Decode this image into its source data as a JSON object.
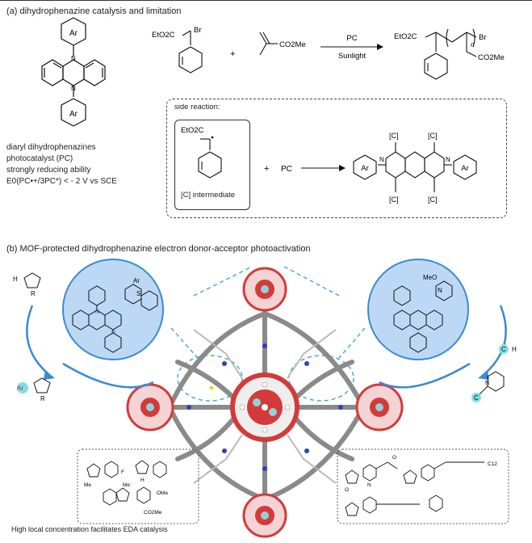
{
  "section_a": {
    "title": "(a) dihydrophenazine catalysis and limitation",
    "catalyst_desc": [
      "diaryl dihydrophenazines",
      "photocatalyst (PC)",
      "strongly reducing ability",
      "E0(PC•+/3PC*) < - 2 V vs SCE"
    ],
    "ar_label": "Ar",
    "n_label": "N",
    "reagent_ester": "EtO2C",
    "reagent_br": "Br",
    "plus": "+",
    "monomer": "CO2Me",
    "arrow_top": "PC",
    "arrow_bottom": "Sunlight",
    "product_ester": "EtO2C",
    "product_br": "Br",
    "product_n": "n",
    "product_co2me": "CO2Me",
    "side_title": "side reaction:",
    "intermediate_ester": "EtO2C",
    "intermediate_label": "[C] intermediate",
    "side_plus": "+",
    "side_pc": "PC",
    "c_labels": [
      "[C]",
      "[C]",
      "[C]",
      "[C]"
    ]
  },
  "section_b": {
    "title": "(b) MOF-protected dihydrophenazine electron donor-acceptor photoactivation",
    "left_substrate_h": "H",
    "left_substrate_r": "R",
    "left_product_ar": "Ar",
    "left_product_r": "R",
    "left_circle_s": "S",
    "left_circle_ar": "Ar",
    "right_meo": "MeO",
    "right_n": "N",
    "right_substrate": "C",
    "right_substrate_h": "H",
    "right_product_c": "C",
    "right_product_n": "N",
    "left_box_labels": [
      "Me",
      "F",
      "H",
      "Me",
      "OMe",
      "CO2Me"
    ],
    "right_box_labels": [
      "O",
      "N",
      "O",
      "C12"
    ],
    "caption": "High local concentration facilitates EDA catalysis"
  },
  "colors": {
    "circle_fill": "#bcd8f5",
    "circle_stroke": "#3b8ad4",
    "dash_blue": "#3aa6d8",
    "mof_red": "#d43a3a",
    "mof_gray": "#8a8a8a",
    "mof_cyan": "#8fd3d8",
    "mof_blue": "#3040c0"
  }
}
